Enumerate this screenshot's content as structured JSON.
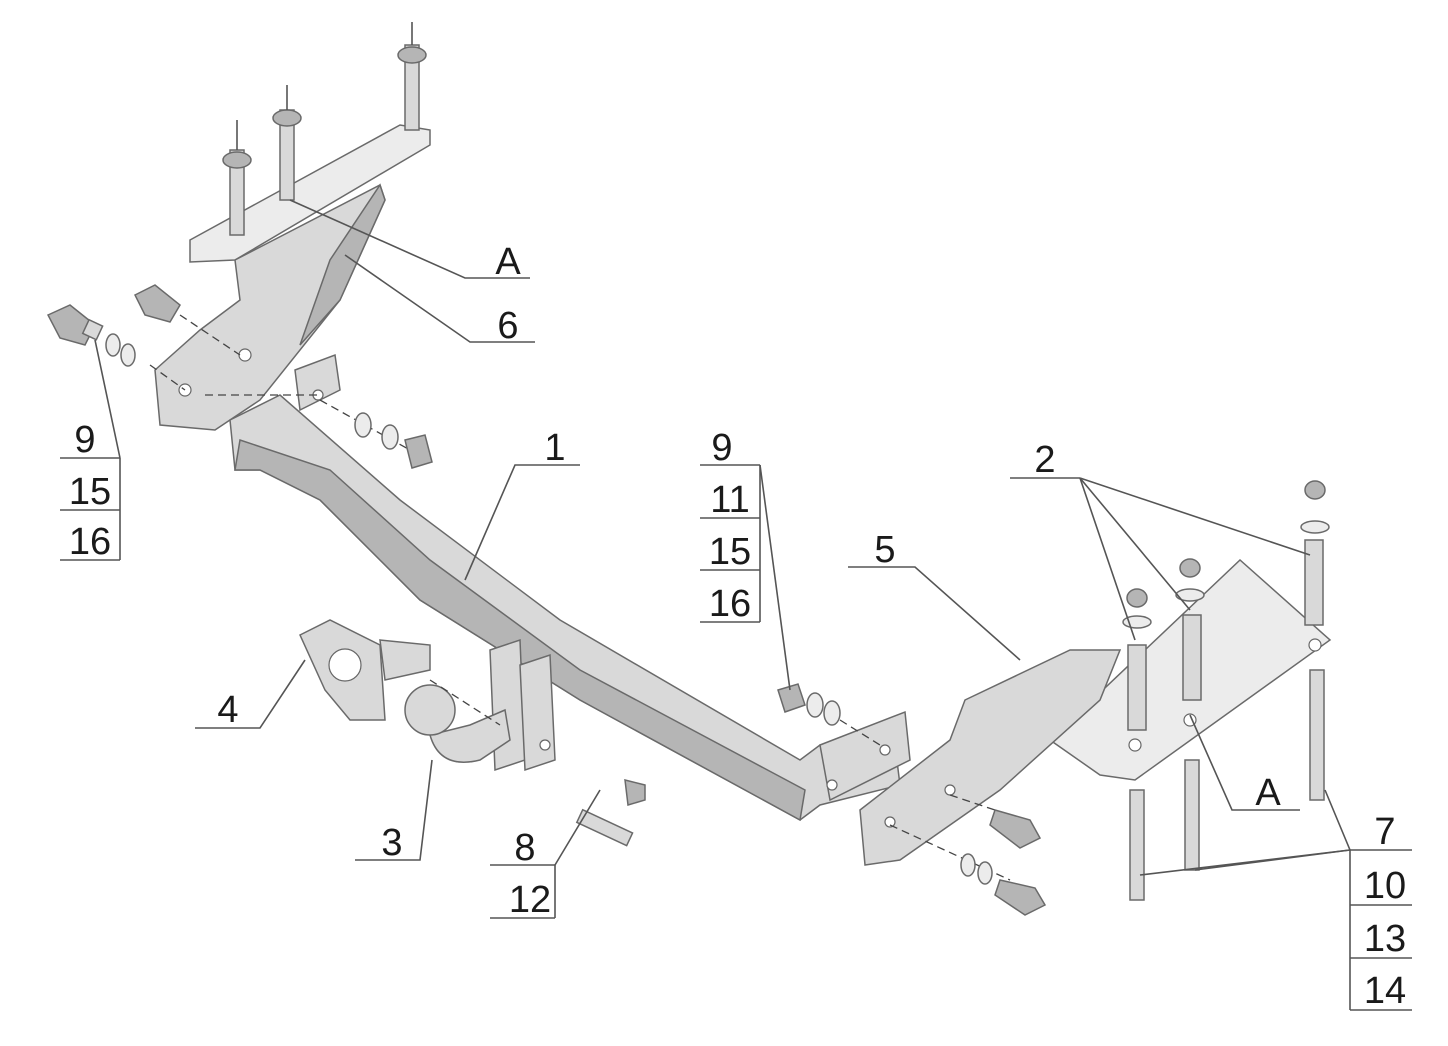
{
  "diagram": {
    "labels": {
      "A_top": "A",
      "part6": "6",
      "left_stack": [
        "9",
        "15",
        "16"
      ],
      "part1": "1",
      "mid_stack": [
        "9",
        "11",
        "15",
        "16"
      ],
      "part2": "2",
      "part5": "5",
      "part4": "4",
      "part3": "3",
      "bolt_stack": [
        "8",
        "12"
      ],
      "A_right": "A",
      "right_stack": [
        "7",
        "10",
        "13",
        "14"
      ]
    }
  }
}
